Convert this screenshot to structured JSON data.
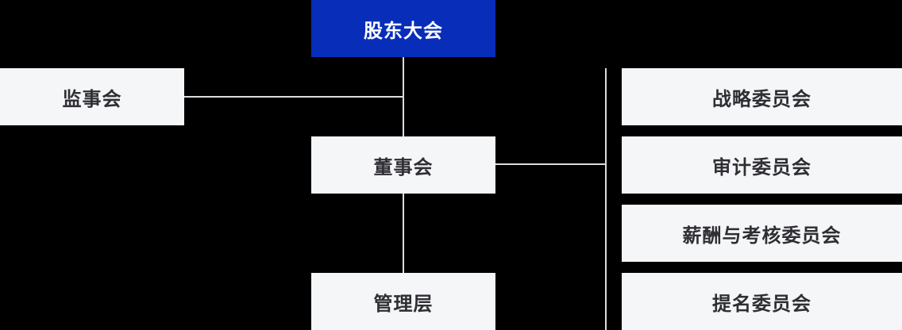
{
  "diagram": {
    "type": "org-chart",
    "colors": {
      "background": "#000000",
      "accent": "#082DB9",
      "accent_text": "#FFFFFF",
      "node_bg": "#F5F6F8",
      "node_text": "#2E2E33",
      "connector": "#DCDCDE"
    },
    "nodes": {
      "shareholders": {
        "label": "股东大会"
      },
      "supervisory": {
        "label": "监事会"
      },
      "board": {
        "label": "董事会"
      },
      "management": {
        "label": "管理层"
      },
      "committees": [
        {
          "label": "战略委员会"
        },
        {
          "label": "审计委员会"
        },
        {
          "label": "薪酬与考核委员会"
        },
        {
          "label": "提名委员会"
        }
      ]
    }
  }
}
